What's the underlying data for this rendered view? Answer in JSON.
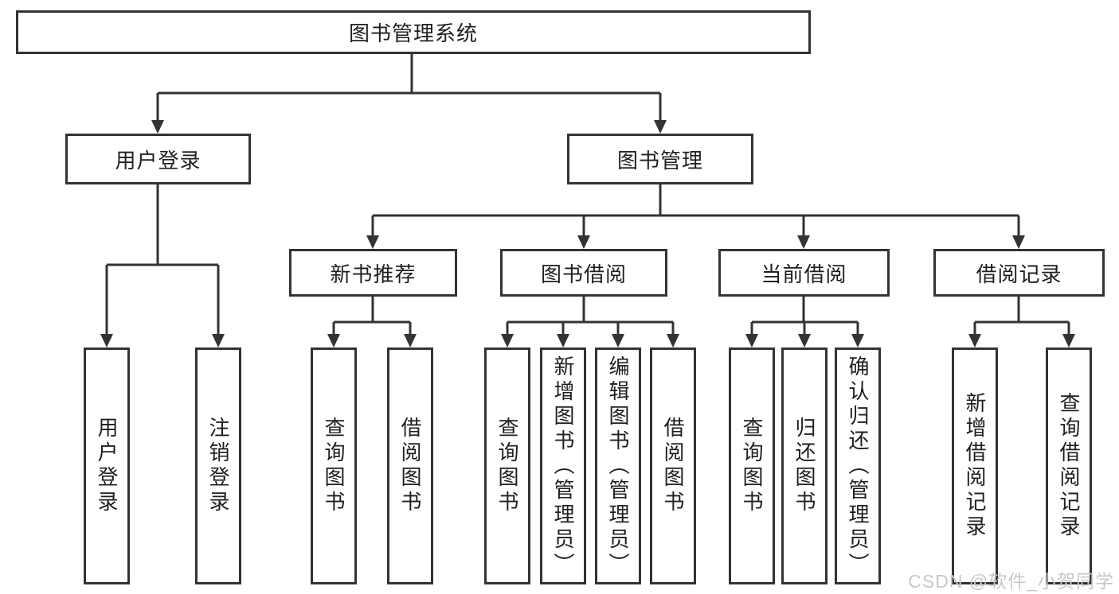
{
  "title": "图书管理系统",
  "colors": {
    "line": "#333333",
    "box_border": "#333333",
    "box_text": "#1f1f1f",
    "watermark": "#c8c8c8",
    "background": "#ffffff"
  },
  "tree": {
    "root": {
      "label": "图书管理系统"
    },
    "branches": [
      {
        "label": "用户登录",
        "children": [
          {
            "label": "用户登录"
          },
          {
            "label": "注销登录"
          }
        ]
      },
      {
        "label": "图书管理",
        "groups": [
          {
            "label": "新书推荐",
            "children": [
              {
                "label": "查询图书"
              },
              {
                "label": "借阅图书"
              }
            ]
          },
          {
            "label": "图书借阅",
            "children": [
              {
                "label": "查询图书"
              },
              {
                "label": "新增图书（管理员）"
              },
              {
                "label": "编辑图书（管理员）"
              },
              {
                "label": "借阅图书"
              }
            ]
          },
          {
            "label": "当前借阅",
            "children": [
              {
                "label": "查询图书"
              },
              {
                "label": "归还图书"
              },
              {
                "label": "确认归还（管理员）"
              }
            ]
          },
          {
            "label": "借阅记录",
            "children": [
              {
                "label": "新增借阅记录"
              },
              {
                "label": "查询借阅记录"
              }
            ]
          }
        ]
      }
    ]
  },
  "watermark": "CSDN @软件_小贺同学"
}
